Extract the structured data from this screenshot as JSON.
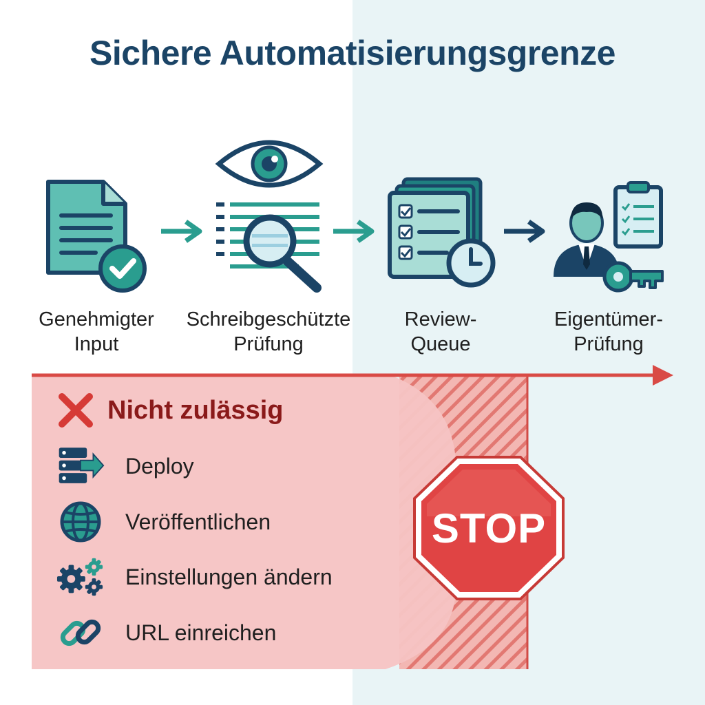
{
  "title": "Sichere Automatisierungsgrenze",
  "steps": [
    {
      "line1": "Genehmigter",
      "line2": "Input",
      "icon": "approved-document-icon"
    },
    {
      "line1": "Schreibgeschützte",
      "line2": "Prüfung",
      "icon": "read-only-review-icon"
    },
    {
      "line1": "Review-",
      "line2": "Queue",
      "icon": "review-queue-icon"
    },
    {
      "line1": "Eigentümer-",
      "line2": "Prüfung",
      "icon": "owner-review-icon"
    }
  ],
  "forbidden": {
    "title": "Nicht zulässig",
    "icon": "x-icon",
    "items": [
      {
        "label": "Deploy",
        "icon": "server-deploy-icon"
      },
      {
        "label": "Veröffentlichen",
        "icon": "globe-icon"
      },
      {
        "label": "Einstellungen ändern",
        "icon": "gears-icon"
      },
      {
        "label": "URL einreichen",
        "icon": "link-icon"
      }
    ]
  },
  "stop": {
    "label": "STOP",
    "icon": "stop-sign-icon"
  },
  "colors": {
    "navy": "#1b4466",
    "teal": "#2a9d8f",
    "red": "#e04444",
    "danger_zone": "#f6c4c4"
  }
}
